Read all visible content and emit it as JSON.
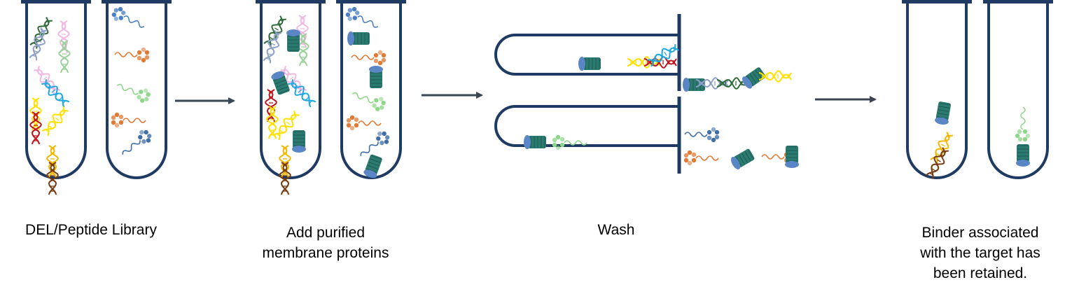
{
  "steps": [
    {
      "caption_lines": [
        "DEL/Peptide Library"
      ]
    },
    {
      "caption_lines": [
        "Add purified",
        "membrane proteins"
      ]
    },
    {
      "caption_lines": [
        "Wash"
      ]
    },
    {
      "caption_lines": [
        "Binder associated",
        "with the target has",
        "been retained."
      ]
    }
  ],
  "colors": {
    "tube": "#1f3b63",
    "arrow": "#3b4450",
    "protein_body": "#2b7a6f",
    "protein_cap": "#5b86c6",
    "dna_palette": [
      "#2f6b3a",
      "#8ea1c8",
      "#f2b7e3",
      "#9ad29a",
      "#1ea8e0",
      "#ffe100",
      "#c0141c",
      "#f0b800",
      "#7a3b10"
    ],
    "peptide_palette": [
      "#4b7fc4",
      "#e07a34",
      "#8fd68a",
      "#3f6ea8"
    ]
  }
}
